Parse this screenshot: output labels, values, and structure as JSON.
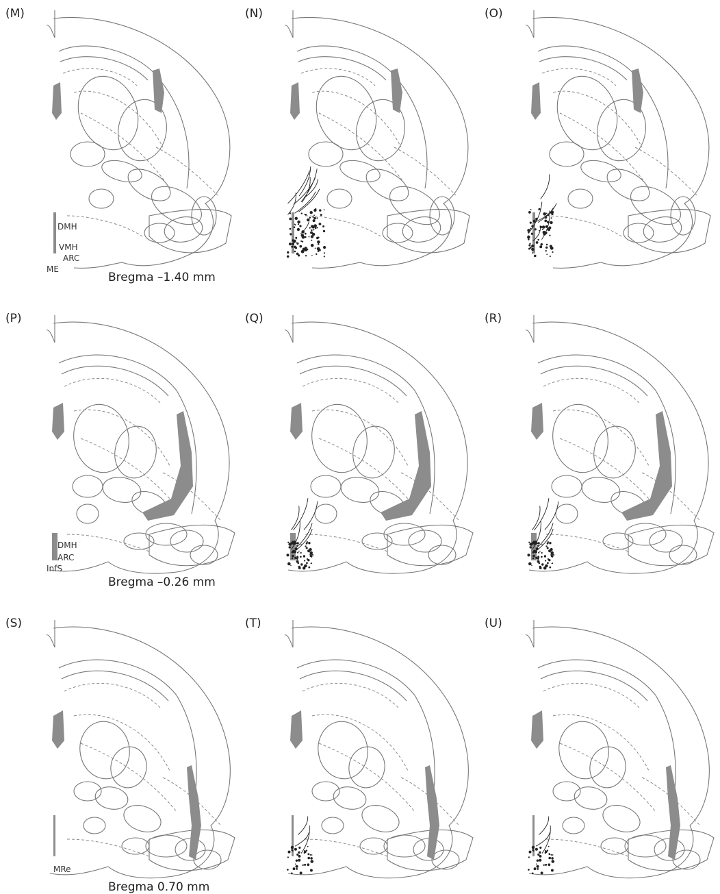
{
  "rows": [
    {
      "bregma": "Bregma –1.40 mm",
      "panels": [
        {
          "letter": "(M)",
          "labels": [
            "DMH",
            "VMH",
            "ARC",
            "ME"
          ],
          "stain": "none"
        },
        {
          "letter": "(N)",
          "labels": [],
          "stain": "heavy"
        },
        {
          "letter": "(O)",
          "labels": [],
          "stain": "medium"
        }
      ]
    },
    {
      "bregma": "Bregma –0.26 mm",
      "panels": [
        {
          "letter": "(P)",
          "labels": [
            "DMH",
            "ARC",
            "InfS"
          ],
          "stain": "none"
        },
        {
          "letter": "(Q)",
          "labels": [],
          "stain": "medium"
        },
        {
          "letter": "(R)",
          "labels": [],
          "stain": "medium"
        }
      ]
    },
    {
      "bregma": "Bregma 0.70 mm",
      "panels": [
        {
          "letter": "(S)",
          "labels": [
            "MRe"
          ],
          "stain": "none"
        },
        {
          "letter": "(T)",
          "labels": [],
          "stain": "light"
        },
        {
          "letter": "(U)",
          "labels": [],
          "stain": "light"
        }
      ]
    }
  ],
  "colors": {
    "ventricle": "#8c8c8c",
    "outline": "#777777",
    "stain": "#222222"
  }
}
